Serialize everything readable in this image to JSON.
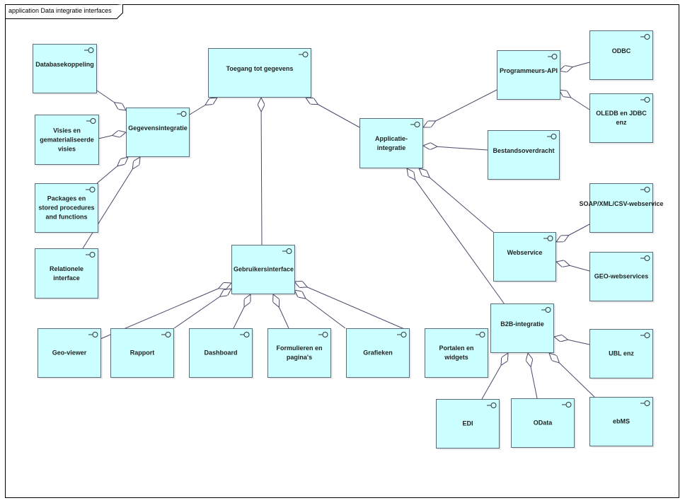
{
  "diagram": {
    "title": "application Data integratie interfaces",
    "colors": {
      "fill": "#ccffff",
      "border": "#5a6a7a",
      "line": "#4a4a6a"
    },
    "components": {
      "toegang": "Toegang tot gegevens",
      "gegevensintegratie": "Gegevensintegratie",
      "databasekoppeling": "Databasekoppeling",
      "visies": "Visies en gematerialiseerde visies",
      "packages": "Packages en stored procedures and functions",
      "relationele": "Relationele interface",
      "gebruikersinterface": "Gebruikersinterface",
      "geoviewer": "Geo-viewer",
      "rapport": "Rapport",
      "dashboard": "Dashboard",
      "formulieren": "Formulieren en pagina's",
      "grafieken": "Grafieken",
      "portalen": "Portalen en widgets",
      "applicatie": "Applicatie-integratie",
      "programmeurs": "Programmeurs-API",
      "odbc": "ODBC",
      "oledb": "OLEDB en JDBC enz",
      "bestandsoverdracht": "Bestandsoverdracht",
      "webservice": "Webservice",
      "soap": "SOAP/XML/CSV-webservice",
      "geowebservices": "GEO-webservices",
      "b2b": "B2B-integratie",
      "ubl": "UBL enz",
      "edi": "EDI",
      "odata": "OData",
      "ebms": "ebMS"
    },
    "icon": "component-icon"
  }
}
